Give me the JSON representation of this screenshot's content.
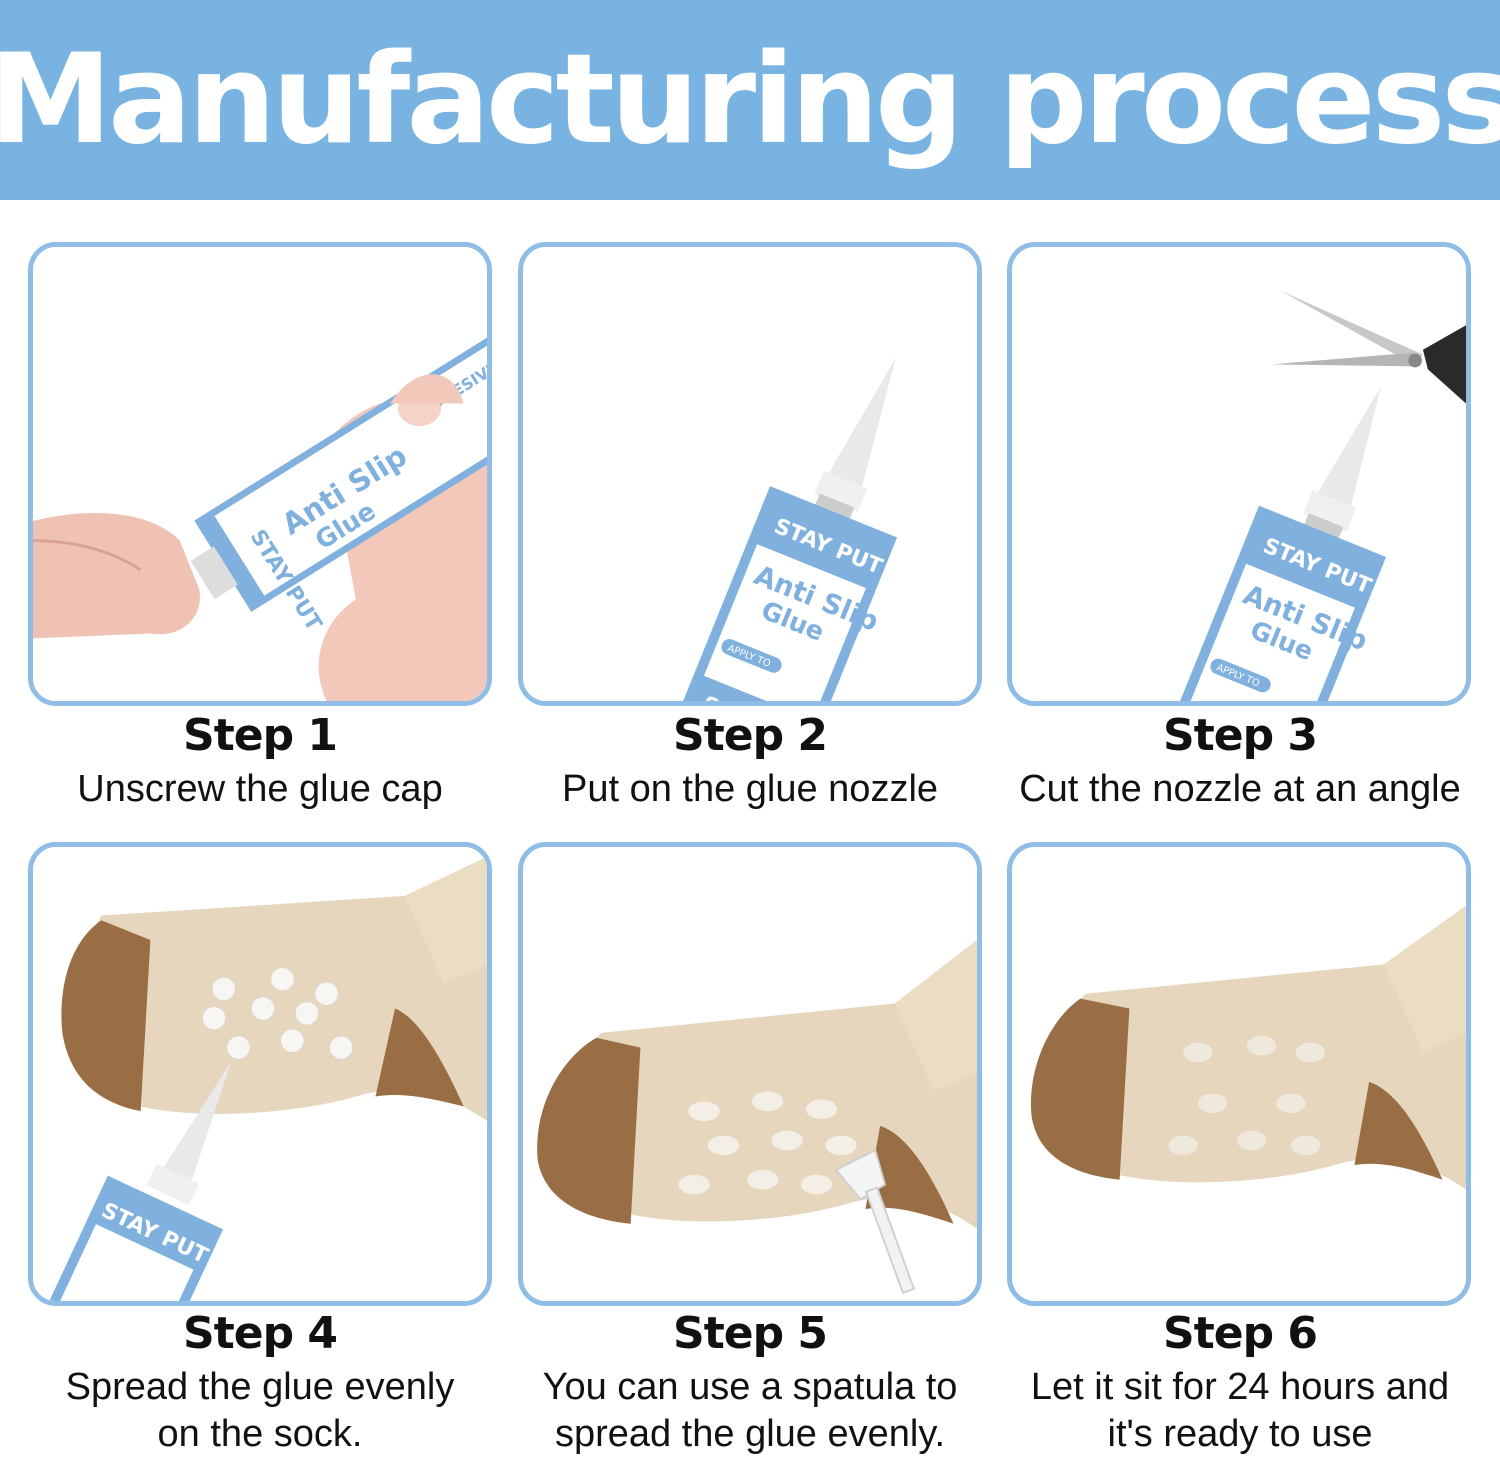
{
  "header": {
    "title": "Manufacturing process"
  },
  "colors": {
    "banner": "#79b3e2",
    "card_border": "#8fbde6",
    "tube_blue": "#7fb0de",
    "sock": "#e6d6bd",
    "sock_heel": "#9a6e44"
  },
  "steps": [
    {
      "title": "Step 1",
      "lines": [
        "Unscrew the glue cap"
      ]
    },
    {
      "title": "Step 2",
      "lines": [
        "Put on the glue nozzle"
      ]
    },
    {
      "title": "Step 3",
      "lines": [
        "Cut the nozzle at an angle"
      ]
    },
    {
      "title": "Step 4",
      "lines": [
        "Spread the glue evenly",
        "on the sock."
      ]
    },
    {
      "title": "Step 5",
      "lines": [
        "You can use a spatula to",
        "spread the glue evenly."
      ]
    },
    {
      "title": "Step 6",
      "lines": [
        "Let it sit for 24 hours and",
        "it's ready to use"
      ]
    }
  ],
  "tube": {
    "brand": "STAY PUT",
    "product_line1": "Anti Slip",
    "product_line2": "Glue",
    "apply_to": "APPLY TO",
    "adhesive": "ADHESIVE",
    "soft": "SOFT"
  }
}
